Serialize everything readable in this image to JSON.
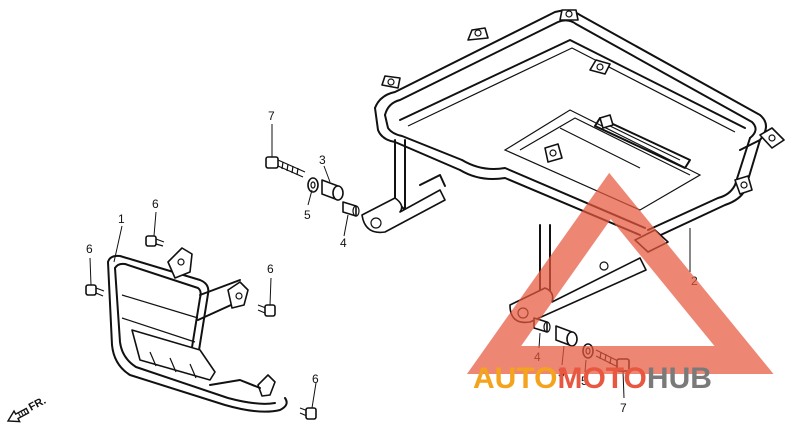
{
  "callouts": {
    "c1": "1",
    "c2": "2",
    "c3_top": "3",
    "c3_bottom": "3",
    "c4_top": "4",
    "c4_bottom": "4",
    "c5_top": "5",
    "c5_bottom": "5",
    "c6_a": "6",
    "c6_b": "6",
    "c6_c": "6",
    "c6_d": "6",
    "c7_top": "7",
    "c7_bottom": "7"
  },
  "direction_label": "FR.",
  "watermark": {
    "part1": "AUTO",
    "part2": "MOTO",
    "part3": "HUB",
    "color_orange": "#f3a41c",
    "color_red": "#e8573f",
    "color_gray": "#7a7a7a"
  }
}
